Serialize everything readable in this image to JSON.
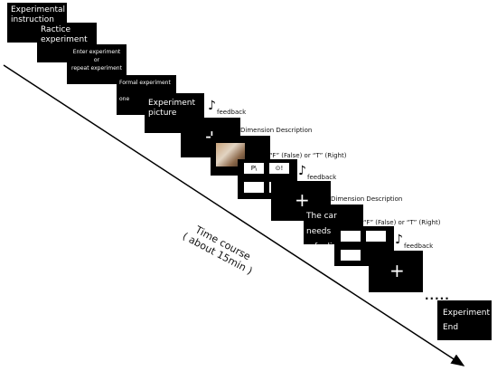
{
  "steps": {
    "s1_line1": "Experimental",
    "s1_line2": "instruction",
    "s2_line1": "Ractice",
    "s2_line2": "experiment",
    "s3_line1": "Enter experiment",
    "s3_line2": "or",
    "s3_line3": "repeat experiment",
    "s4_line1": "Formal experiment",
    "s4_line2": "one",
    "s5_line1": "Experiment",
    "s5_line2": "picture",
    "s9_line1": "The car needs",
    "s9_line2": "refueli",
    "end_line1": "Experiment",
    "end_line2": "End",
    "cross": "+"
  },
  "annotations": {
    "feedback": "feedback",
    "dimension": "Dimension Description",
    "choice": "“F” (False) or “T” (Right)",
    "ellipsis": "....."
  },
  "axis": {
    "line1": "Time course",
    "line2": "( about 15min )"
  },
  "option_labels": {
    "opt1": "P\\",
    "opt2": "⊙!"
  },
  "icons": {
    "note": "music-note-icon"
  },
  "colors": {
    "block": "#000000",
    "text_on_block": "#ffffff",
    "label": "#111111"
  }
}
